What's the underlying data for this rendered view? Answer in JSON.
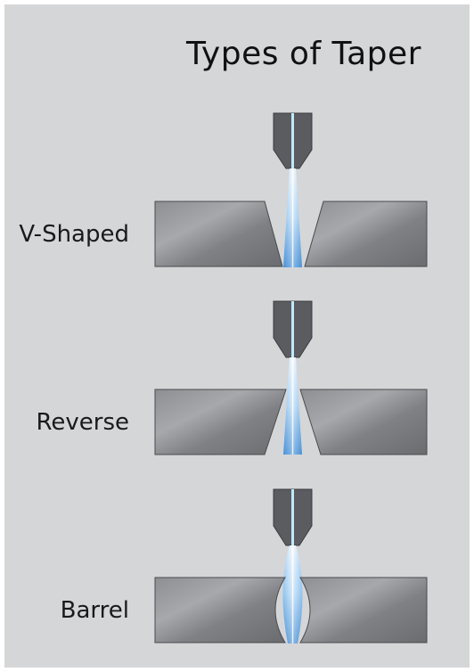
{
  "title": "Types of Taper",
  "tapers": [
    {
      "label": "V-Shaped"
    },
    {
      "label": "Reverse"
    },
    {
      "label": "Barrel"
    }
  ],
  "colors": {
    "background": "#d5d6d8",
    "nozzle": "#5a5b5e",
    "material_light": "#a0a2a5",
    "material_dark": "#6e7073",
    "beam_light": "#e6f3ff",
    "beam_dark": "#4a90d9",
    "beam_core": "#b8e6ff"
  }
}
